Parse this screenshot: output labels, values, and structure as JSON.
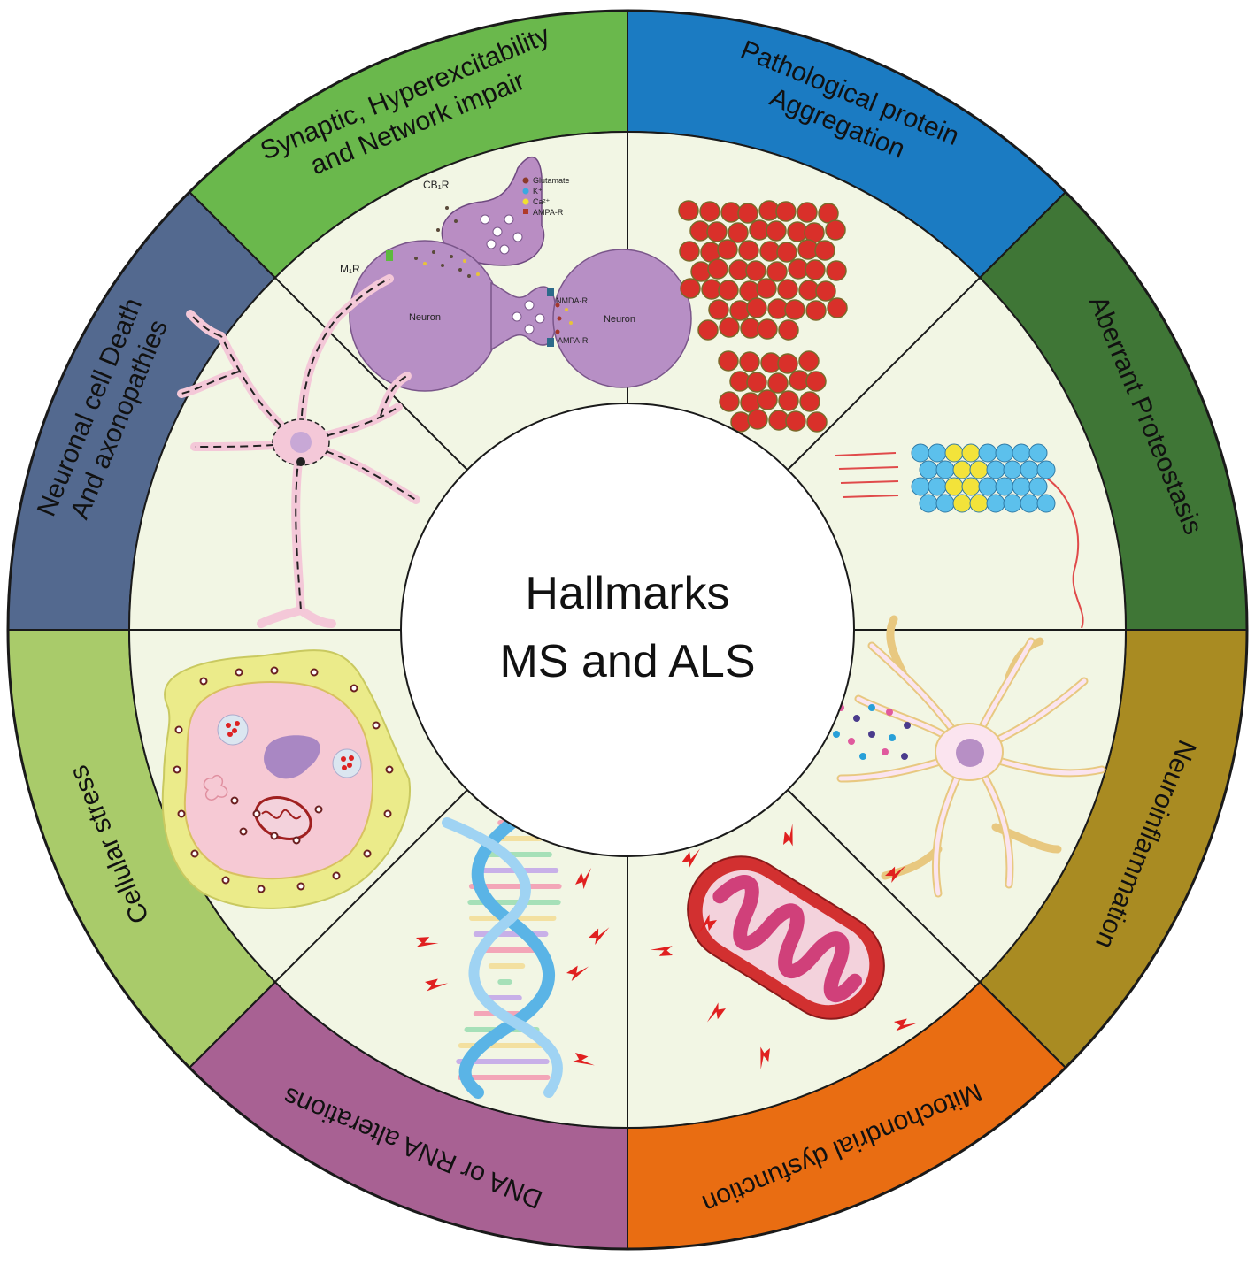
{
  "center": {
    "line1": "Hallmarks",
    "line2": "MS and ALS"
  },
  "colors": {
    "outline": "#1a1a1a",
    "inner_fill": "#f2f6e4",
    "center_fill": "#ffffff",
    "text": "#111111"
  },
  "sectors": [
    {
      "id": "synaptic",
      "color": "#6ab84c",
      "lines": [
        "Synaptic, Hyperexcitability",
        "and Network impair"
      ]
    },
    {
      "id": "aggregation",
      "color": "#1b7bc2",
      "lines": [
        "Pathological protein",
        "Aggregation"
      ]
    },
    {
      "id": "proteostasis",
      "color": "#3f7636",
      "lines": [
        "Aberrant Proteostasis"
      ]
    },
    {
      "id": "neuroinflammation",
      "color": "#a98b22",
      "lines": [
        "Neuroinflammation"
      ]
    },
    {
      "id": "mitochondrial",
      "color": "#e96d12",
      "lines": [
        "Mitochondrial dysfunction"
      ]
    },
    {
      "id": "dna-rna",
      "color": "#a86193",
      "lines": [
        "DNA or RNA alterations"
      ]
    },
    {
      "id": "cellular-stress",
      "color": "#a9cb6a",
      "lines": [
        "Cellular stress"
      ]
    },
    {
      "id": "neuronal-death",
      "color": "#53698f",
      "lines": [
        "Neuronal cell Death",
        "And axonopathies"
      ]
    }
  ],
  "synapse_labels": {
    "neuron_left": "Neuron",
    "neuron_right": "Neuron",
    "cb1r": "CB₁R",
    "m1r": "M₁R",
    "nmda": "NMDA-R",
    "ampa_bottom": "AMPA-R",
    "legend": [
      "Glutamate",
      "K⁺",
      "Ca²⁺",
      "AMPA-R"
    ]
  },
  "icons": {
    "synaptic": "synapse-illustration-icon",
    "aggregation": "protein-aggregate-icon",
    "proteostasis": "proteasome-icon",
    "neuroinflammation": "astrocyte-icon",
    "mitochondrial": "mitochondrion-icon",
    "dna-rna": "dna-helix-icon",
    "cellular-stress": "stressed-cell-icon",
    "neuronal-death": "degenerating-neuron-icon"
  }
}
